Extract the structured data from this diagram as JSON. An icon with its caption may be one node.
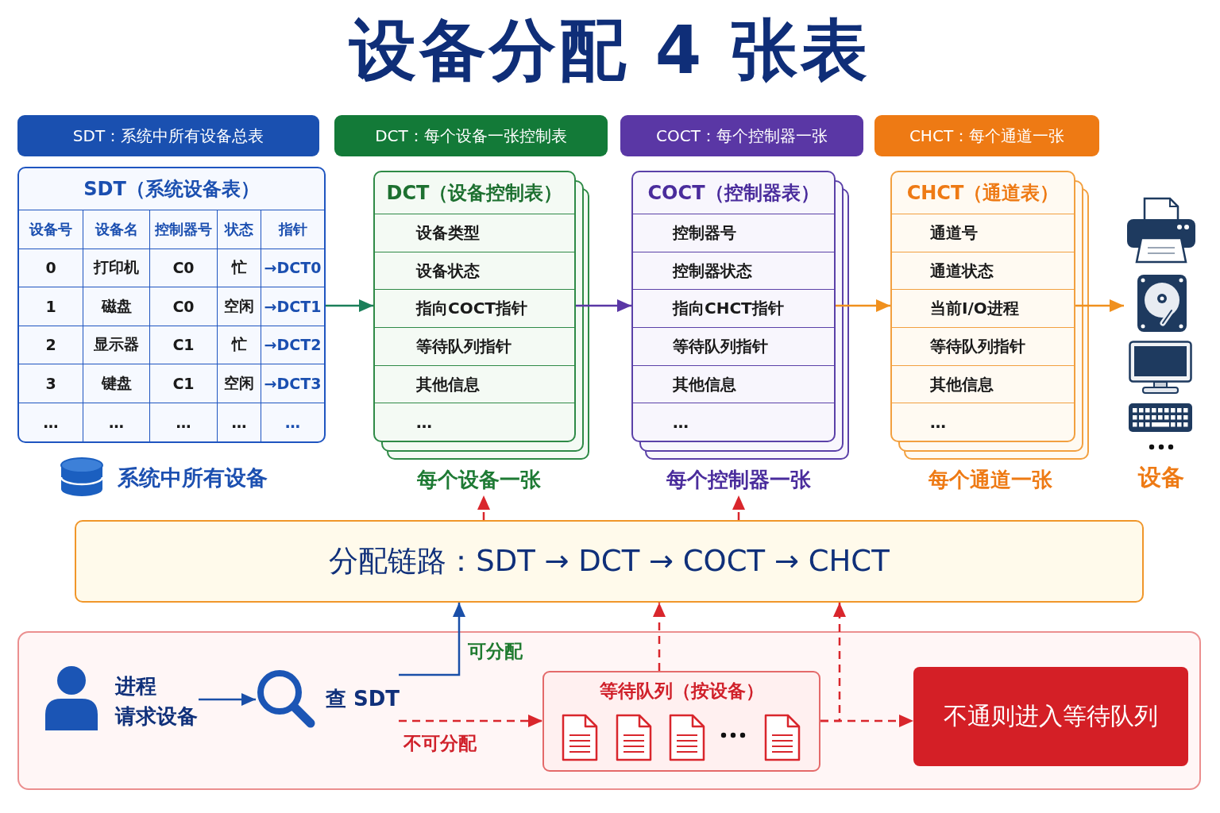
{
  "diagram": {
    "title": "设备分配 4 张表",
    "nodes": [
      {
        "text": [
          "SDT：系统中所有设备总表"
        ]
      },
      {
        "text": [
          "DCT：每个设备一张控制表"
        ]
      },
      {
        "text": [
          "COCT：每个控制器一张"
        ]
      },
      {
        "text": [
          "CHCT：每个通道一张"
        ]
      },
      {
        "text": [
          "SDT（系统设备表）",
          "设备号",
          "设备名",
          "控制器号",
          "状态",
          "指针",
          "0",
          "打印机",
          "C0",
          "忙",
          "→DCT0",
          "1",
          "磁盘",
          "C0",
          "空闲",
          "→DCT1",
          "2",
          "显示器",
          "C1",
          "忙",
          "→DCT2",
          "3",
          "键盘",
          "C1",
          "空闲",
          "→DCT3",
          "…",
          "…",
          "…",
          "…",
          "…"
        ],
        "beside": [
          "系统中所有设备"
        ]
      },
      {
        "text": [
          "DCT（设备控制表）",
          "设备类型",
          "设备状态",
          "指向COCT指针",
          "等待队列指针",
          "其他信息",
          "…"
        ],
        "beside": [
          "每个设备一张"
        ]
      },
      {
        "text": [
          "COCT（控制器表）",
          "控制器号",
          "控制器状态",
          "指向CHCT指针",
          "等待队列指针",
          "其他信息",
          "…"
        ],
        "beside": [
          "每个控制器一张"
        ]
      },
      {
        "text": [
          "CHCT（通道表）",
          "通道号",
          "通道状态",
          "当前I/O进程",
          "等待队列指针",
          "其他信息",
          "…"
        ],
        "beside": [
          "每个通道一张"
        ]
      },
      {
        "text": [],
        "shape": "picture",
        "beside": [
          "设备"
        ]
      },
      {
        "text": [
          "分配链路：SDT → DCT → COCT → CHCT"
        ]
      },
      {
        "text": [],
        "shape": "box"
      },
      {
        "text": [
          "进程",
          "请求设备"
        ],
        "in": 10
      },
      {
        "text": [
          "查 SDT"
        ],
        "in": 10
      },
      {
        "text": [
          "等待队列（按设备）"
        ],
        "in": 10
      },
      {
        "text": [
          "不通则进入等待队列"
        ],
        "in": 10
      }
    ],
    "edges": [
      {
        "from": 4,
        "to": 5,
        "arrow": "to",
        "color": "#1b7f5a"
      },
      {
        "from": 5,
        "to": 6,
        "arrow": "to",
        "color": "#5a37a5"
      },
      {
        "from": 6,
        "to": 7,
        "arrow": "to",
        "color": "#f0901e"
      },
      {
        "from": 7,
        "to": 8,
        "arrow": "to",
        "color": "#f0901e"
      },
      {
        "from": 9,
        "to": 5,
        "arrow": "to",
        "style": "dashed"
      },
      {
        "from": 9,
        "to": 6,
        "arrow": "to",
        "style": "dashed"
      },
      {
        "from": 11,
        "to": 12,
        "arrow": "to",
        "color": "#1a4fa8"
      },
      {
        "from": 12,
        "to": 9,
        "arrow": "to",
        "label": "可分配",
        "color": "#1a4fa8"
      },
      {
        "from": 12,
        "to": 13,
        "arrow": "to",
        "label": "不可分配",
        "style": "dashed"
      },
      {
        "from": 13,
        "to": 9,
        "arrow": "to",
        "style": "dashed"
      },
      {
        "from": 13,
        "to": 14,
        "arrow": "to",
        "style": "dashed"
      },
      {
        "from": 13,
        "to": 9,
        "arrow": "to",
        "style": "dashed"
      }
    ]
  }
}
